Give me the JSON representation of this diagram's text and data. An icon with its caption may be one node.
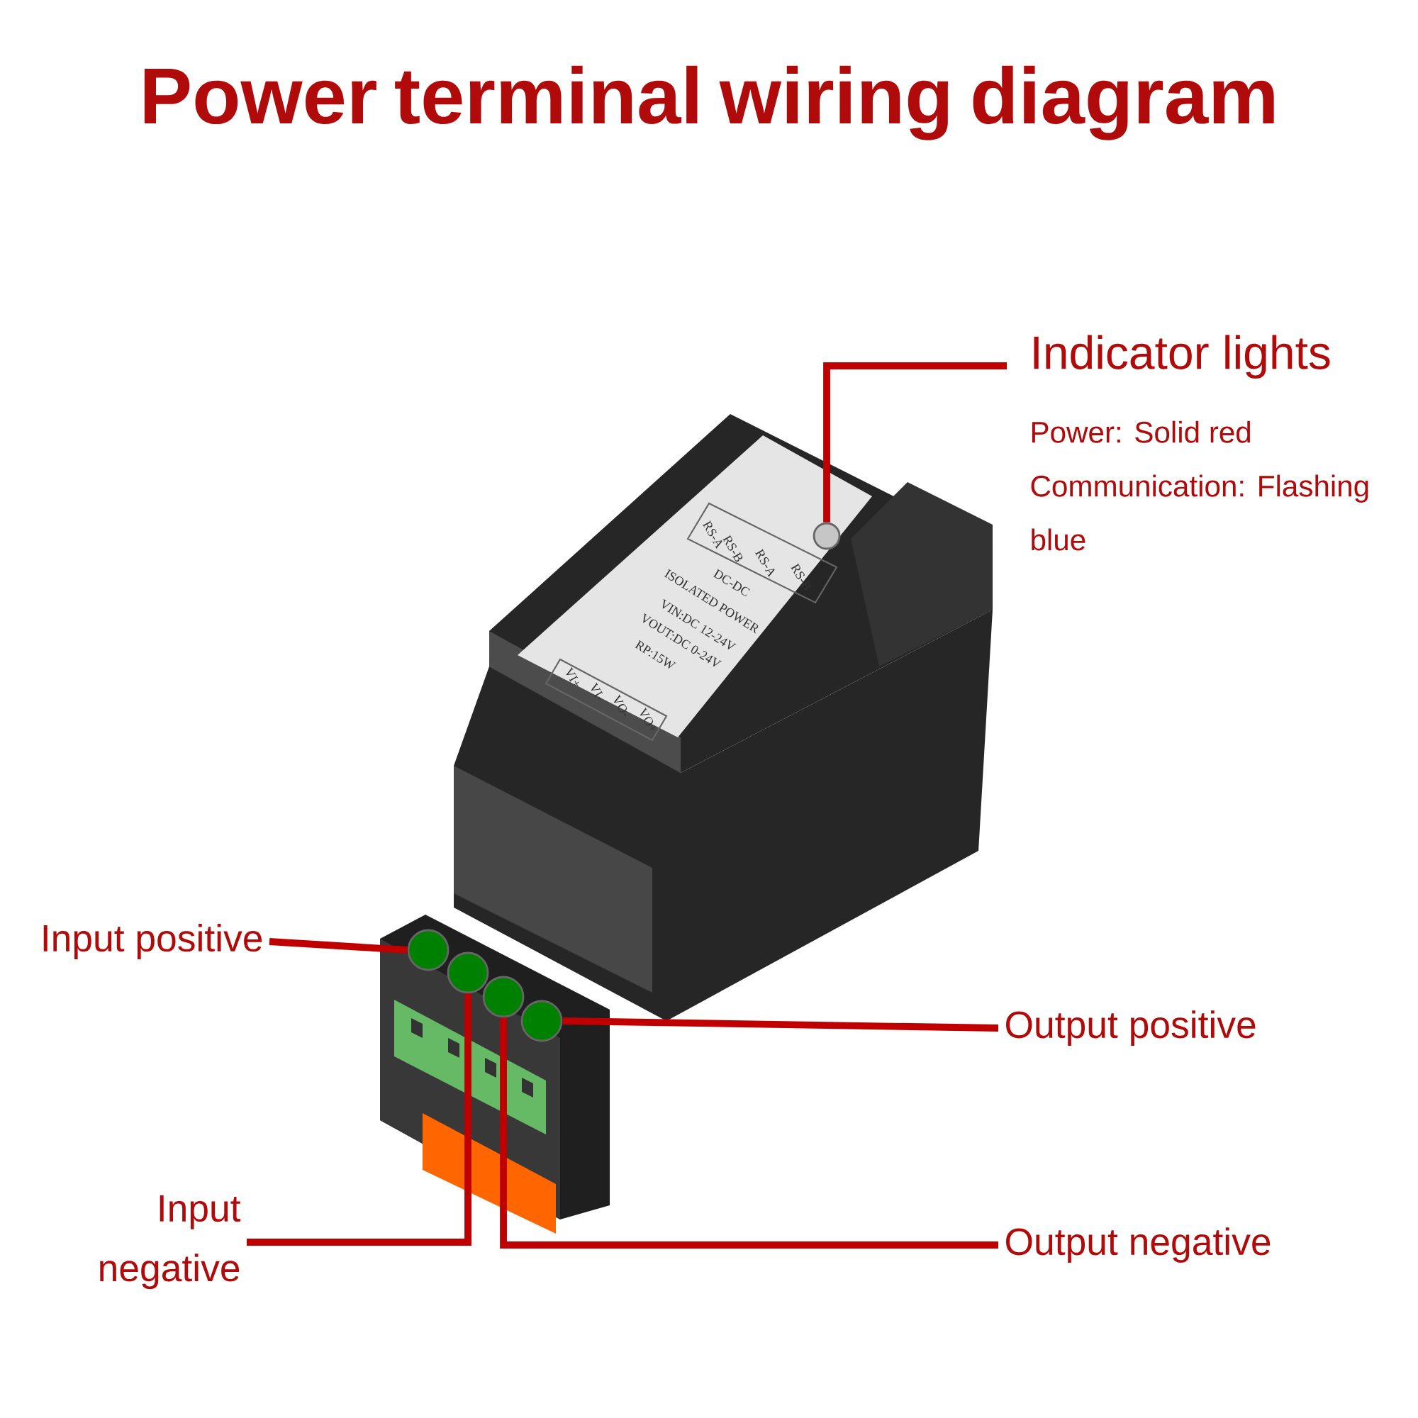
{
  "diagram": {
    "title": "Power terminal wiring diagram",
    "nodes": [
      {
        "text": [
          "Indicator lights",
          "Power: Solid red",
          "Communication: Flashing blue"
        ]
      },
      {
        "text": [],
        "shape": "circle"
      },
      {
        "text": [
          "Input positive"
        ]
      },
      {
        "text": [],
        "shape": "circle"
      },
      {
        "text": [],
        "shape": "circle"
      },
      {
        "text": [],
        "shape": "circle"
      },
      {
        "text": [],
        "shape": "circle"
      },
      {
        "text": [
          "Output positive"
        ]
      },
      {
        "text": [
          "Input negative"
        ]
      },
      {
        "text": [
          "Output negative"
        ]
      }
    ],
    "edges": [
      {
        "from": 0,
        "to": 1,
        "arrow": "none"
      },
      {
        "from": 2,
        "to": 3,
        "arrow": "none"
      },
      {
        "from": 7,
        "to": 6,
        "arrow": "none"
      },
      {
        "from": 8,
        "to": 4,
        "arrow": "none"
      },
      {
        "from": 9,
        "to": 5,
        "arrow": "none"
      }
    ],
    "labels": [
      "RS-A",
      "RS-B",
      "RS-A",
      "RS-B",
      "DC-DC",
      "ISOLATED POWER",
      "VIN:DC 12-24V",
      "VOUT:DC 0-24V",
      "RP:15W",
      "VI+",
      "VI-",
      "VO-",
      "VO+"
    ]
  }
}
